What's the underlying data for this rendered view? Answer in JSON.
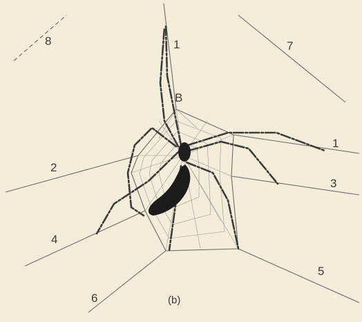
{
  "figure": {
    "caption": "(b)",
    "apex_label": "B",
    "thread_labels": {
      "top": "1",
      "right_upper": "1",
      "left": "2",
      "right": "3",
      "lower_left": "4",
      "lower_right": "5",
      "bottom": "6",
      "upper_right": "7",
      "upper_left": "8"
    }
  }
}
